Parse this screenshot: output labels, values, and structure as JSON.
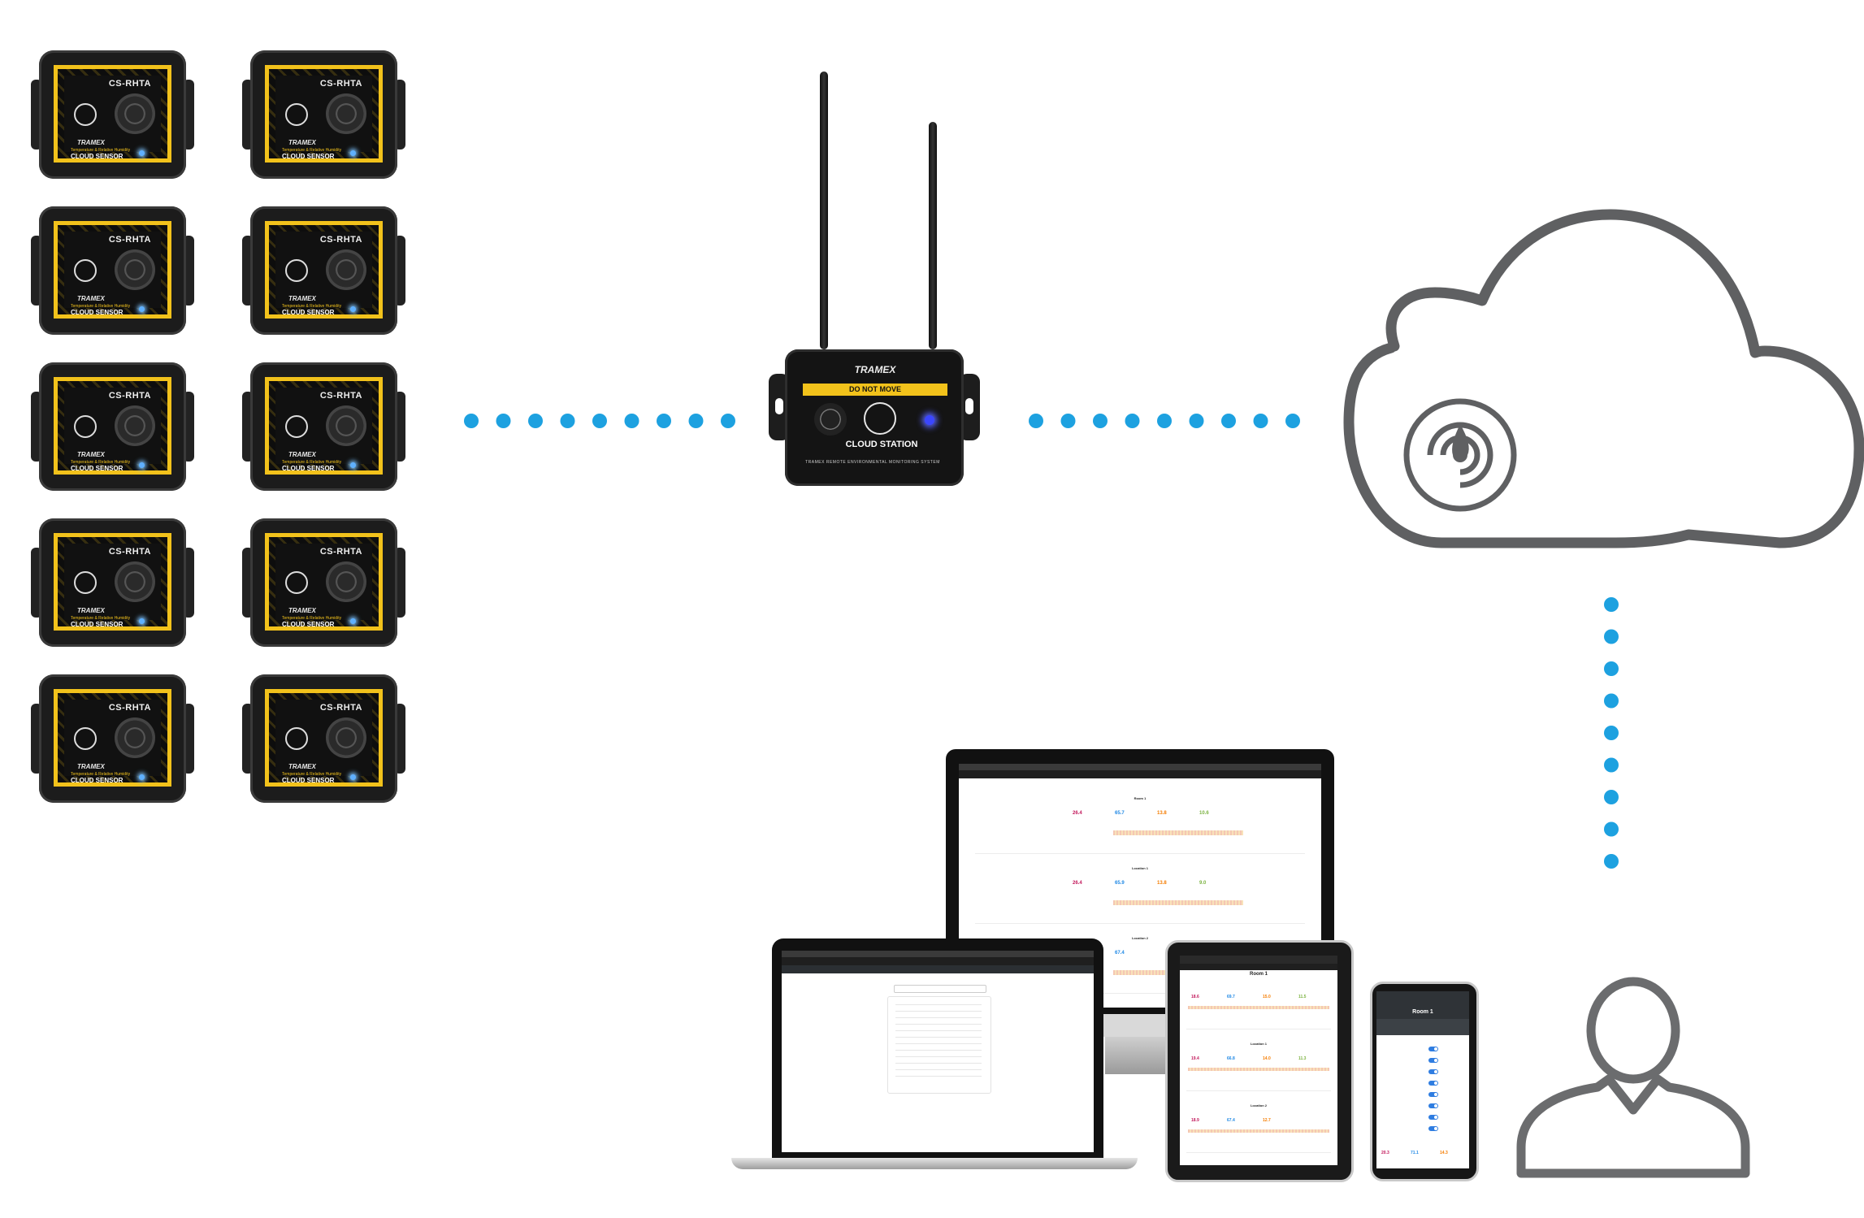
{
  "sensors": {
    "count": 10,
    "model_label": "CS-RHTA",
    "brand_label": "TRAMEX",
    "type_label": "Temperature & Relative Humidity",
    "name_label": "CLOUD SENSOR"
  },
  "station": {
    "brand_label": "TRAMEX",
    "warning_label": "DO NOT MOVE",
    "name_label": "CLOUD STATION",
    "tagline": "TRAMEX REMOTE ENVIRONMENTAL MONITORING SYSTEM"
  },
  "devices": {
    "monitor": {
      "sections": [
        {
          "title": "Room 1",
          "values": [
            "26.4",
            "65.7",
            "13.8",
            "10.6"
          ]
        },
        {
          "title": "Location 1",
          "values": [
            "26.4",
            "65.9",
            "13.8",
            "9.0"
          ]
        },
        {
          "title": "Location 2",
          "values": [
            "",
            "67.4",
            "",
            ""
          ]
        }
      ]
    },
    "tablet": {
      "title": "Room 1",
      "sections": [
        {
          "title": "Room 1",
          "values": [
            "18.6",
            "69.7",
            "15.0",
            "11.5"
          ]
        },
        {
          "title": "Location 1",
          "values": [
            "19.4",
            "66.8",
            "14.0",
            "11.3"
          ]
        },
        {
          "title": "Location 2",
          "values": [
            "18.9",
            "67.4",
            "12.7",
            ""
          ]
        }
      ]
    },
    "phone": {
      "title": "Room 1",
      "values": [
        "20.3",
        "71.1",
        "14.3"
      ]
    }
  },
  "colors": {
    "connector_dots": "#1da1e0",
    "cloud_outline": "#5f6062",
    "user_outline": "#6b6c6e",
    "sensor_accent": "#f2c21b",
    "value_temp": "#c2185b",
    "value_rh": "#1e88e5",
    "value_dew": "#f57c00",
    "value_gpp": "#7cb342"
  },
  "icons": [
    "cloud-icon",
    "cloud-logo-icon",
    "user-icon",
    "sensor-logo-icon"
  ]
}
